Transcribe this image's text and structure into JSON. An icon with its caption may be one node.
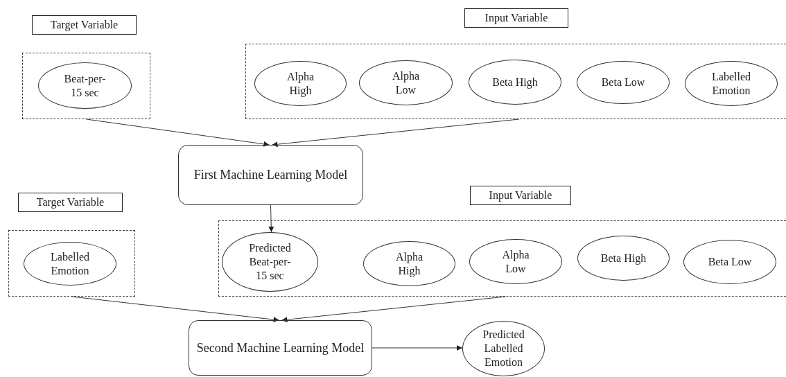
{
  "diagram": {
    "nodes": [
      {
        "text": [
          "Target Variable"
        ]
      },
      {
        "text": [
          "Input Variable"
        ]
      },
      {
        "text": [],
        "shape": "box"
      },
      {
        "text": [
          "Beat-per-15 sec"
        ],
        "in": 2
      },
      {
        "text": [],
        "shape": "box"
      },
      {
        "text": [
          "Alpha High"
        ],
        "in": 4
      },
      {
        "text": [
          "Alpha Low"
        ],
        "in": 4
      },
      {
        "text": [
          "Beta High"
        ],
        "in": 4
      },
      {
        "text": [
          "Beta Low"
        ],
        "in": 4
      },
      {
        "text": [
          "Labelled Emotion"
        ],
        "in": 4
      },
      {
        "text": [
          "First Machine Learning Model"
        ]
      },
      {
        "text": [
          "Target Variable"
        ]
      },
      {
        "text": [
          "Input Variable"
        ]
      },
      {
        "text": [],
        "shape": "box"
      },
      {
        "text": [
          "Labelled Emotion"
        ],
        "in": 13
      },
      {
        "text": [],
        "shape": "box"
      },
      {
        "text": [
          "Predicted Beat-per-15 sec"
        ],
        "in": 15
      },
      {
        "text": [
          "Alpha High"
        ],
        "in": 15
      },
      {
        "text": [
          "Alpha Low"
        ],
        "in": 15
      },
      {
        "text": [
          "Beta High"
        ],
        "in": 15
      },
      {
        "text": [
          "Beta Low"
        ],
        "in": 15
      },
      {
        "text": [
          "Second Machine Learning Model"
        ]
      },
      {
        "text": [
          "Predicted Labelled Emotion"
        ]
      }
    ],
    "edges": [
      {
        "from": 2,
        "to": 10,
        "arrow": "to"
      },
      {
        "from": 4,
        "to": 10,
        "arrow": "to"
      },
      {
        "from": 10,
        "to": 16,
        "arrow": "to"
      },
      {
        "from": 13,
        "to": 21,
        "arrow": "to"
      },
      {
        "from": 15,
        "to": 21,
        "arrow": "to"
      },
      {
        "from": 21,
        "to": 22,
        "arrow": "to"
      }
    ]
  }
}
